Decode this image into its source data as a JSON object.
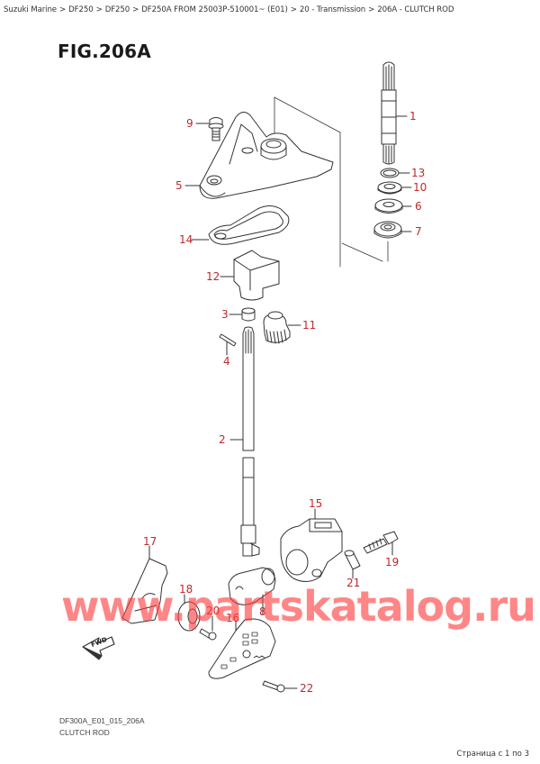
{
  "breadcrumb": [
    {
      "label": "Suzuki Marine"
    },
    {
      "label": "DF250"
    },
    {
      "label": "DF250"
    },
    {
      "label": "DF250A FROM 25003P-510001~ (E01)"
    },
    {
      "label": "20 - Transmission"
    },
    {
      "label": "206A - CLUTCH ROD"
    }
  ],
  "breadcrumb_separator": ">",
  "figure": {
    "title": "FIG.206A",
    "code": "DF300A_E01_015_206A",
    "name": "CLUTCH ROD",
    "fwd_label": "FWD"
  },
  "callouts": {
    "c1": "1",
    "c2": "2",
    "c3": "3",
    "c4": "4",
    "c5": "5",
    "c6": "6",
    "c7": "7",
    "c8": "8",
    "c9": "9",
    "c10": "10",
    "c11": "11",
    "c12": "12",
    "c13": "13",
    "c14": "14",
    "c15": "15",
    "c16": "16",
    "c17": "17",
    "c18": "18",
    "c19": "19",
    "c20": "20",
    "c21": "21",
    "c22": "22"
  },
  "watermark": "www.partskatalog.ru",
  "pager": "Страница с 1 по 3",
  "colors": {
    "callout": "#c0282e",
    "watermark": "#ff3c3c",
    "line": "#333333"
  }
}
